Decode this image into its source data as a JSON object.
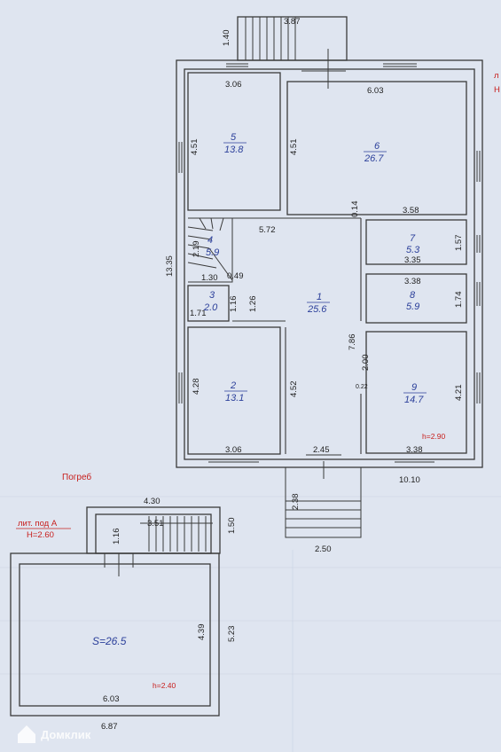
{
  "top_stair": {
    "width": "3.87",
    "depth": "1.40"
  },
  "rooms": [
    {
      "num": "5",
      "area": "13.8",
      "w": "3.06",
      "h": "4.51"
    },
    {
      "num": "6",
      "area": "26.7",
      "w": "6.03",
      "h": "4.51"
    },
    {
      "num": "4",
      "area": "5.9"
    },
    {
      "num": "7",
      "area": "5.3",
      "w": "3.58",
      "w2": "3.35",
      "h": "1.57"
    },
    {
      "num": "8",
      "area": "5.9",
      "w": "3.38",
      "h": "1.74"
    },
    {
      "num": "1",
      "area": "25.6",
      "w": "5.72",
      "h": "7.86"
    },
    {
      "num": "3",
      "area": "2.0",
      "w": "1.71",
      "h": "1.16",
      "h2": "1.26"
    },
    {
      "num": "2",
      "area": "13.1",
      "w": "3.06",
      "h": "4.28",
      "h2": "4.52"
    },
    {
      "num": "9",
      "area": "14.7",
      "w": "3.38",
      "h": "4.21"
    }
  ],
  "dims": {
    "overall_h": "13.35",
    "overall_w": "10.10",
    "stair_a": "2.19",
    "stair_b": "1.30",
    "stair_c": "0.49",
    "d_014": "0.14",
    "d_200": "2.00",
    "d_022": "0.22",
    "porch_w": "2.45",
    "porch_d": "2.38",
    "porch_base": "2.50"
  },
  "partial_label": {
    "top": "л",
    "bottom": "Н"
  },
  "height_main": "h=2.90",
  "cellar": {
    "title": "Погреб",
    "lit": "лит. под А",
    "height": "Н=2.60",
    "area": "S=26.5",
    "top_w": "4.30",
    "stair_w": "3.51",
    "stair_d": "1.50",
    "d_116": "1.16",
    "inner_h": "4.39",
    "outer_h": "5.23",
    "inner_w": "6.03",
    "outer_w": "6.87",
    "h_label": "h=2.40"
  },
  "watermark": "Домклик"
}
